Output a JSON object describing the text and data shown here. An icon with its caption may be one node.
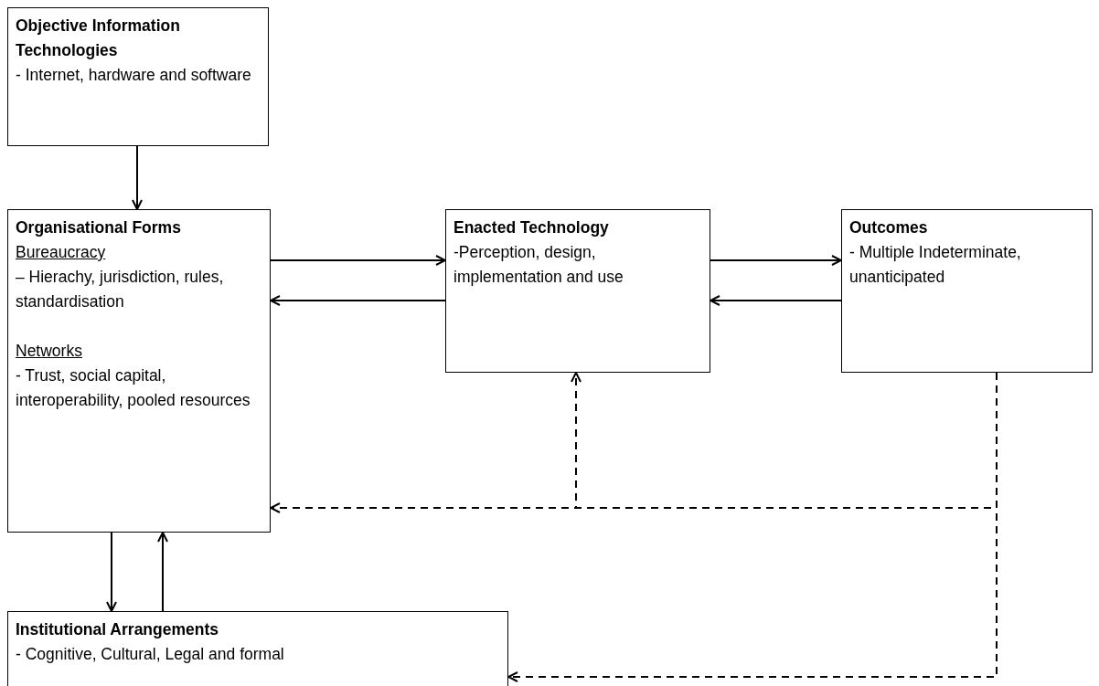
{
  "diagram": {
    "nodes": [
      {
        "text": [
          "Objective Information Technologies",
          "- Internet, hardware and software"
        ]
      },
      {
        "text": [
          "Organisational Forms",
          "Bureaucracy",
          "– Hierachy, jurisdiction, rules, standardisation",
          "Networks",
          "- Trust, social capital, interoperability, pooled resources"
        ]
      },
      {
        "text": [
          "Enacted Technology",
          "-Perception, design, implementation and use"
        ]
      },
      {
        "text": [
          "Outcomes",
          "- Multiple Indeterminate, unanticipated"
        ]
      },
      {
        "text": [
          "Institutional Arrangements",
          "- Cognitive, Cultural, Legal and formal"
        ]
      }
    ],
    "edges": [
      {
        "from": 0,
        "to": 1,
        "arrow": "to"
      },
      {
        "from": 1,
        "to": 2,
        "arrow": "to"
      },
      {
        "from": 2,
        "to": 1,
        "arrow": "to"
      },
      {
        "from": 2,
        "to": 3,
        "arrow": "to"
      },
      {
        "from": 3,
        "to": 2,
        "arrow": "to"
      },
      {
        "from": 3,
        "to": 1,
        "arrow": "to",
        "style": "dashed"
      },
      {
        "from": 3,
        "to": 2,
        "arrow": "to",
        "style": "dashed"
      },
      {
        "from": 3,
        "to": 4,
        "arrow": "to",
        "style": "dashed"
      },
      {
        "from": 1,
        "to": 4,
        "arrow": "to"
      },
      {
        "from": 4,
        "to": 1,
        "arrow": "to"
      }
    ]
  }
}
